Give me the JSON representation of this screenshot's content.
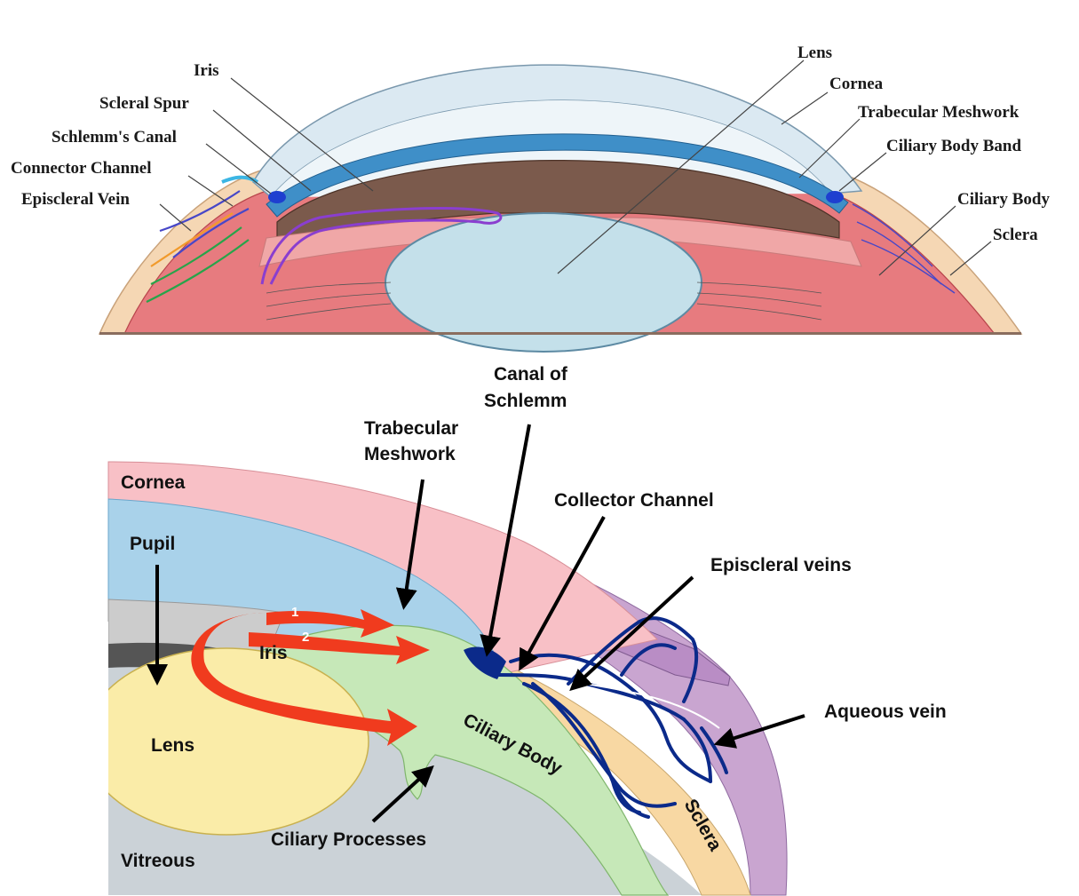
{
  "top_diagram": {
    "labels": {
      "iris": "Iris",
      "scleral_spur": "Scleral Spur",
      "schlemms_canal": "Schlemm's Canal",
      "connector_channel": "Connector Channel",
      "episcleral_vein": "Episcleral Vein",
      "lens": "Lens",
      "cornea": "Cornea",
      "trabecular_meshwork": "Trabecular Meshwork",
      "ciliary_body_band": "Ciliary Body Band",
      "ciliary_body": "Ciliary Body",
      "sclera": "Sclera"
    }
  },
  "bottom_diagram": {
    "labels": {
      "canal_of_schlemm_line1": "Canal of",
      "canal_of_schlemm_line2": "Schlemm",
      "trabecular_meshwork_line1": "Trabecular",
      "trabecular_meshwork_line2": "Meshwork",
      "cornea": "Cornea",
      "pupil": "Pupil",
      "collector_channel": "Collector Channel",
      "episcleral_veins": "Episcleral veins",
      "iris": "Iris",
      "lens": "Lens",
      "ciliary_body": "Ciliary Body",
      "aqueous_vein": "Aqueous vein",
      "sclera": "Sclera",
      "ciliary_processes": "Ciliary Processes",
      "vitreous": "Vitreous",
      "flow_1": "1",
      "flow_2": "2"
    }
  },
  "colors": {
    "cornea_top": "#dbe9f2",
    "iris_brown": "#7b5a4c",
    "ciliary_red": "#e77b7f",
    "sclera_beige": "#f5d7b4",
    "lens_blue": "#c4e0ea",
    "trabecular_blue": "#3f8fc8",
    "cornea_pink": "#f8c0c6",
    "aqueous_blue": "#a9d2ea",
    "iris_green": "#c6e8b8",
    "lens_yellow": "#faeca8",
    "vitreous_gray": "#cbd2d7",
    "sclera_orange": "#f8d8a3",
    "uvea_purple": "#c9a5d0",
    "vein_navy": "#0b2a8a",
    "flow_red": "#f03b1e"
  }
}
